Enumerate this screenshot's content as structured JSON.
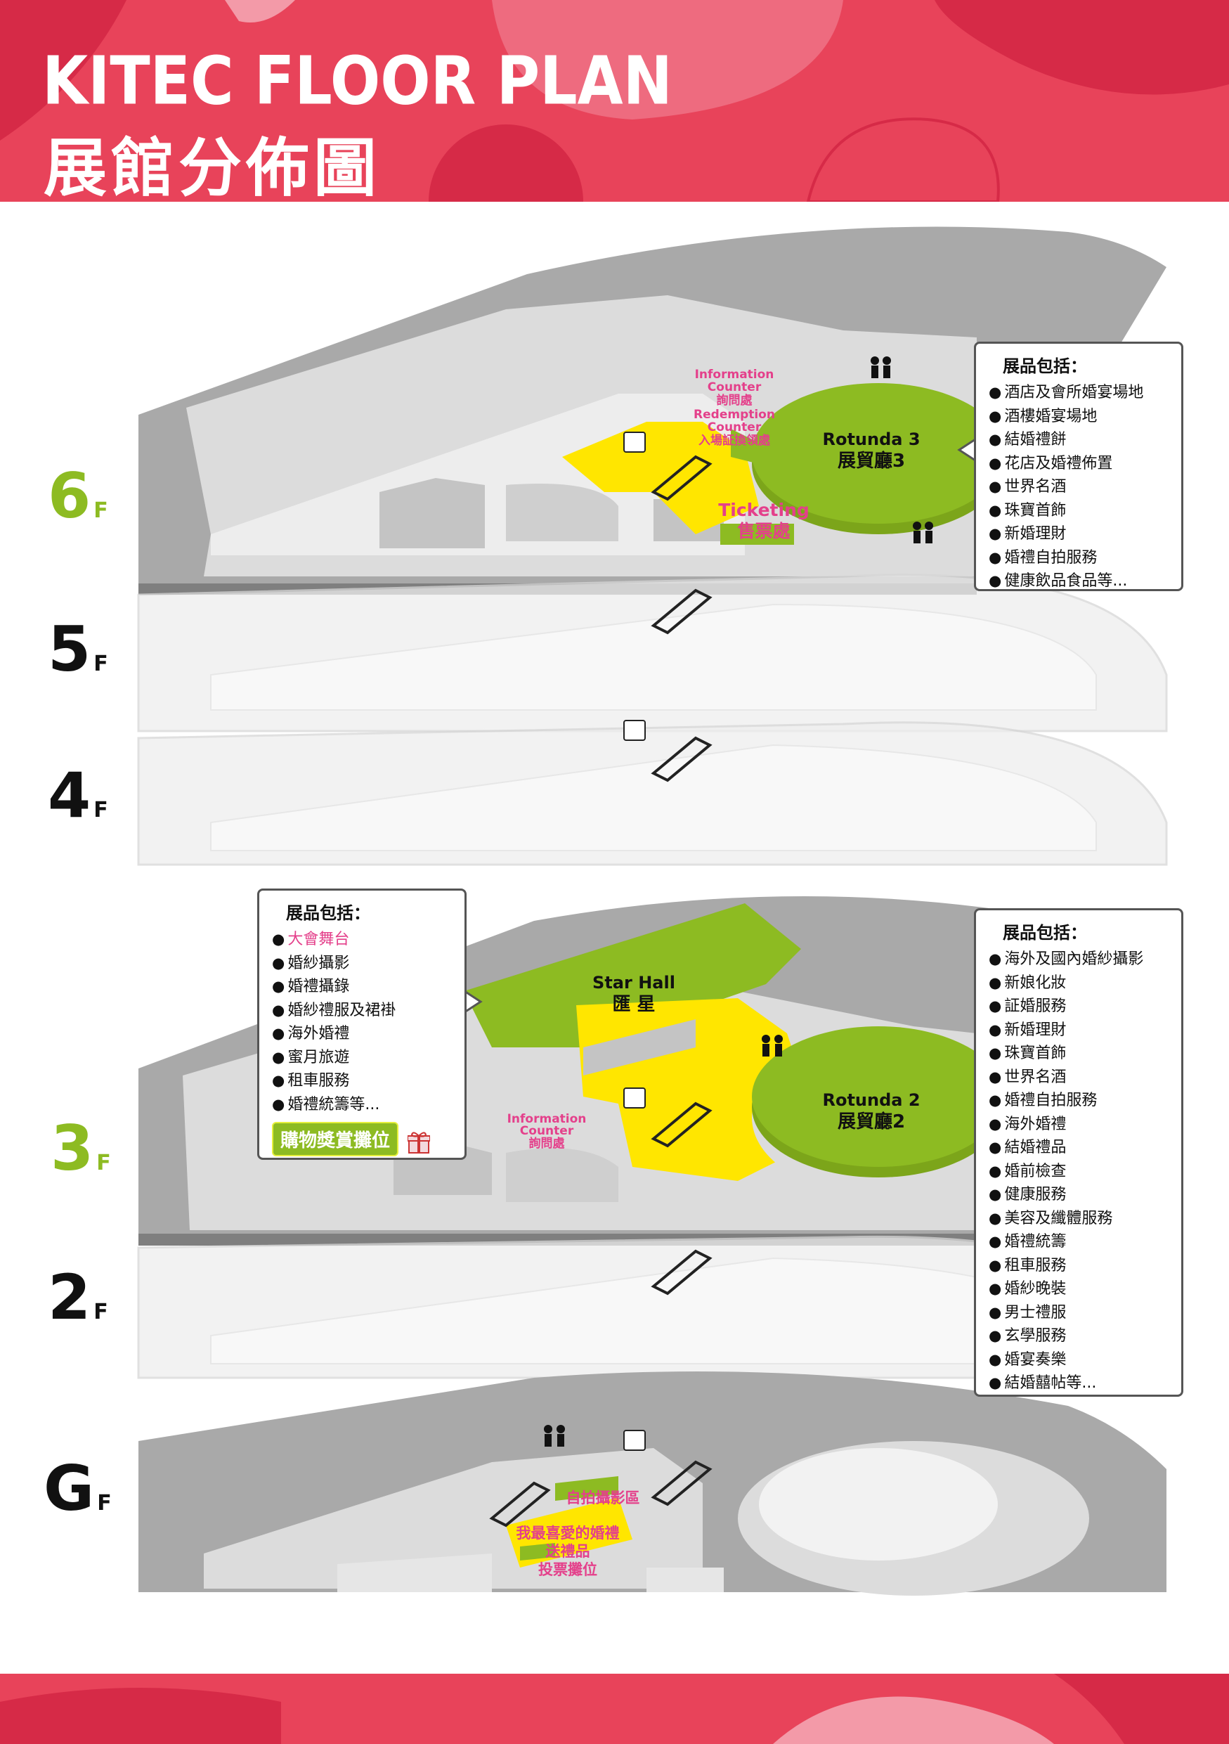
{
  "header": {
    "title_en": "KITEC FLOOR PLAN",
    "title_zh": "展館分佈圖"
  },
  "floors": {
    "f6": {
      "num": "6",
      "suffix": "F"
    },
    "f5": {
      "num": "5",
      "suffix": "F"
    },
    "f4": {
      "num": "4",
      "suffix": "F"
    },
    "f3": {
      "num": "3",
      "suffix": "F"
    },
    "f2": {
      "num": "2",
      "suffix": "F"
    },
    "g": {
      "num": "G",
      "suffix": "F"
    }
  },
  "map_labels": {
    "info_counter_en": "Information",
    "info_counter_en2": "Counter",
    "info_counter_zh": "詢問處",
    "redemption_en": "Redemption",
    "redemption_en2": "Counter",
    "redemption_zh": "入場証換領處",
    "ticketing_en": "Ticketing",
    "ticketing_zh": "售票處",
    "rotunda3_en": "Rotunda 3",
    "rotunda3_zh": "展貿廳3",
    "star_hall_en": "Star Hall",
    "star_hall_zh": "匯 星",
    "rotunda2_en": "Rotunda 2",
    "rotunda2_zh": "展貿廳2",
    "info3_en": "Information",
    "info3_en2": "Counter",
    "info3_zh": "詢問處",
    "selfie_zone": "自拍攝影區",
    "vote_line1": "我最喜愛的婚禮",
    "vote_line2": "送禮品",
    "vote_line3": "投票攤位"
  },
  "box6": {
    "title": "展品包括：",
    "items": [
      "酒店及會所婚宴場地",
      "酒樓婚宴場地",
      "結婚禮餅",
      "花店及婚禮佈置",
      "世界名酒",
      "珠寶首飾",
      "新婚理財",
      "婚禮自拍服務",
      "健康飲品食品等..."
    ]
  },
  "box3_left": {
    "title": "展品包括：",
    "items": [
      "大會舞台",
      "婚紗攝影",
      "婚禮攝錄",
      "婚紗禮服及裙褂",
      "海外婚禮",
      "蜜月旅遊",
      "租車服務",
      "婚禮統籌等..."
    ],
    "badge": "購物獎賞攤位"
  },
  "box3_right": {
    "title": "展品包括：",
    "items": [
      "海外及國內婚紗攝影",
      "新娘化妝",
      "証婚服務",
      "新婚理財",
      "珠寶首飾",
      "世界名酒",
      "婚禮自拍服務",
      "海外婚禮",
      "結婚禮品",
      "婚前檢查",
      "健康服務",
      "美容及纖體服務",
      "婚禮統籌",
      "租車服務",
      "婚紗晚裝",
      "男士禮服",
      "玄學服務",
      "婚宴奏樂",
      "結婚囍帖等..."
    ]
  },
  "colors": {
    "header_red": "#e8435a",
    "accent_green": "#8dbb22",
    "highlight_yellow": "#ffe600",
    "label_pink": "#e4408b"
  }
}
